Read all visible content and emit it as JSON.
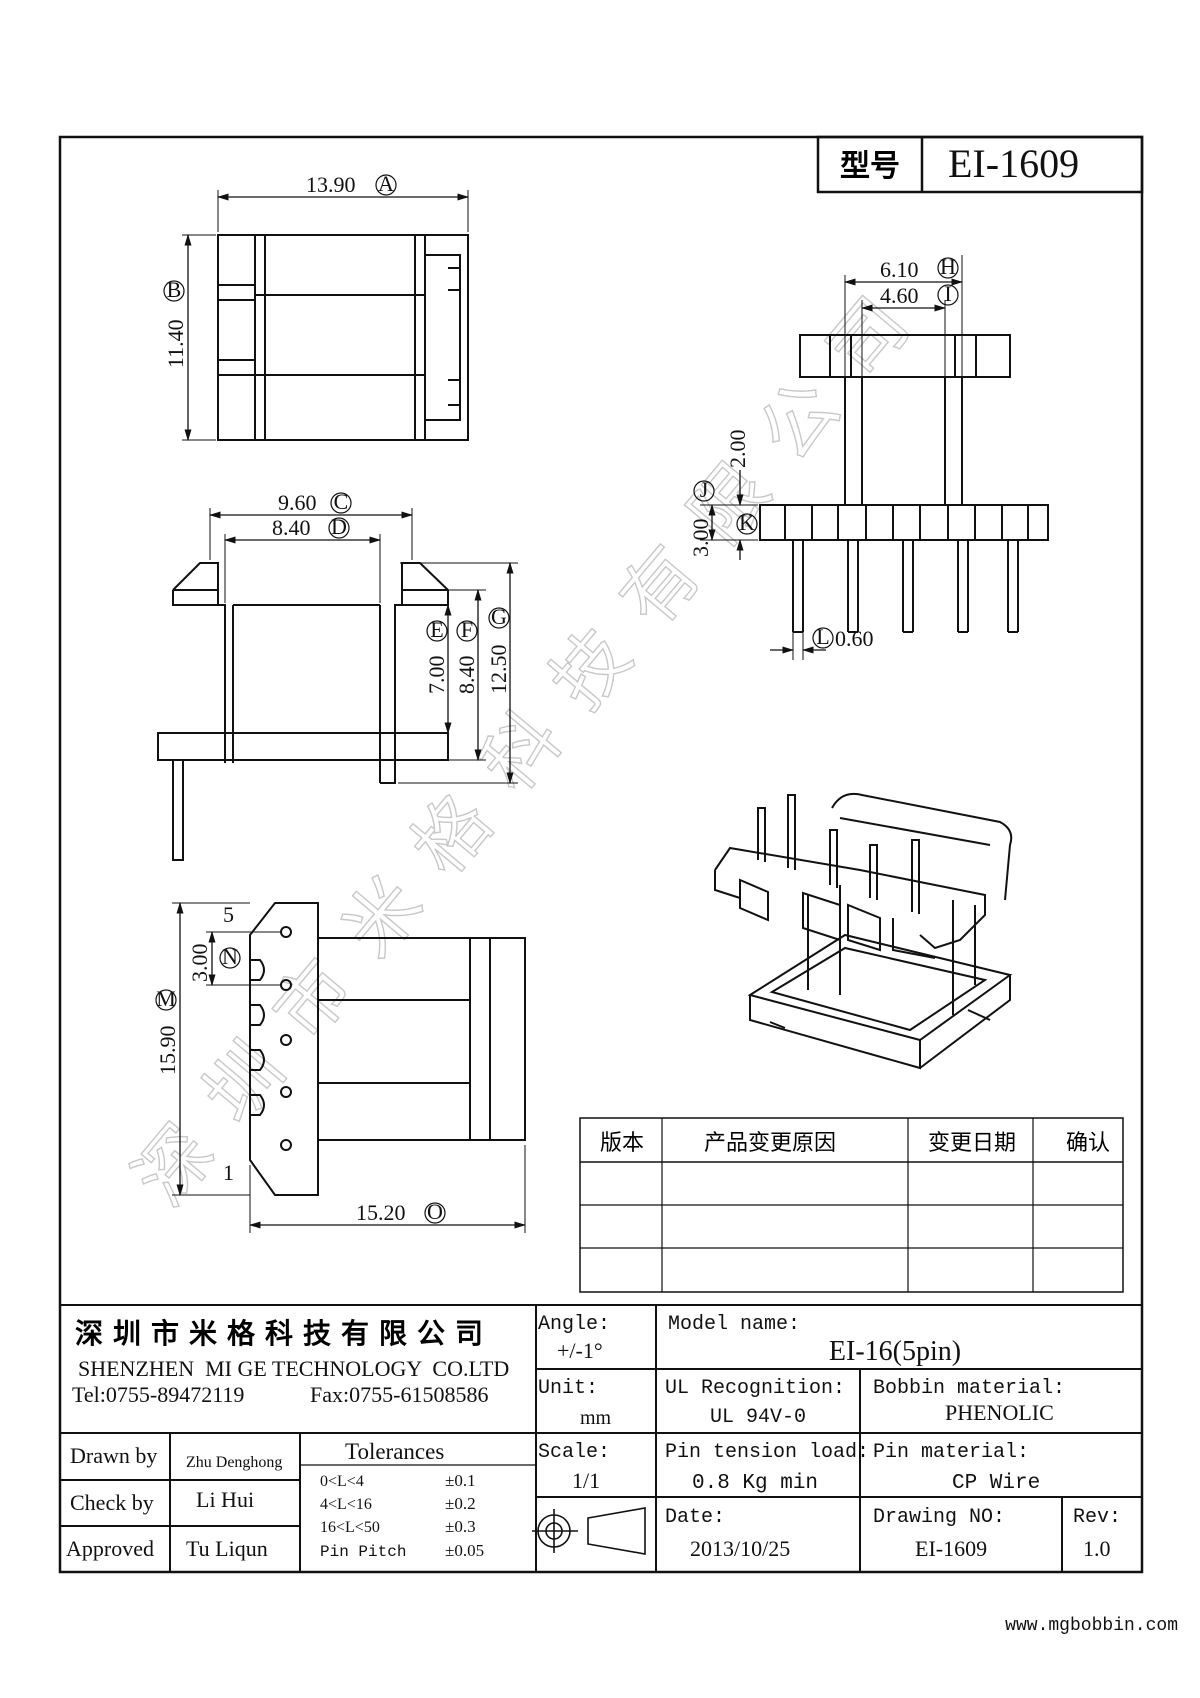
{
  "model_box": {
    "label": "型号",
    "value": "EI-1609"
  },
  "watermark": "深圳市米格科技有限公司",
  "dimensions": {
    "A": "13.90",
    "B": "11.40",
    "C": "9.60",
    "D": "8.40",
    "E": "7.00",
    "F": "8.40",
    "G": "12.50",
    "H": "6.10",
    "I": "4.60",
    "J": "3.00",
    "K": "2.00",
    "L": "0.60",
    "M": "15.90",
    "N": "3.00",
    "O": "15.20"
  },
  "dim_letters": {
    "A": "A",
    "B": "B",
    "C": "C",
    "D": "D",
    "E": "E",
    "F": "F",
    "G": "G",
    "H": "H",
    "I": "I",
    "J": "J",
    "K": "K",
    "L": "L",
    "M": "M",
    "N": "N",
    "O": "O"
  },
  "pin_labels": {
    "top": "5",
    "bottom": "1"
  },
  "revision_table": {
    "headers": [
      "版本",
      "产品变更原因",
      "变更日期",
      "确认"
    ],
    "rows": [
      [
        "",
        "",
        "",
        ""
      ],
      [
        "",
        "",
        "",
        ""
      ],
      [
        "",
        "",
        "",
        ""
      ]
    ]
  },
  "company": {
    "name_cn": "深圳市米格科技有限公司",
    "name_en": "SHENZHEN  MI GE TECHNOLOGY  CO.LTD",
    "tel": "Tel:0755-89472119",
    "fax": "Fax:0755-61508586"
  },
  "title_block": {
    "angle_label": "Angle:",
    "angle_value": "+/-1°",
    "model_label": "Model name:",
    "model_value": "EI-16(5pin)",
    "unit_label": "Unit:",
    "unit_value": "mm",
    "ul_label": "UL Recognition:",
    "ul_value": "UL 94V-0",
    "bobbin_label": "Bobbin material:",
    "bobbin_value": "PHENOLIC",
    "scale_label": "Scale:",
    "scale_value": "1/1",
    "tension_label": "Pin tension load:",
    "tension_value": "0.8 Kg min",
    "pinmat_label": "Pin material:",
    "pinmat_value": "CP Wire",
    "date_label": "Date:",
    "date_value": "2013/10/25",
    "drawno_label": "Drawing NO:",
    "drawno_value": "EI-1609",
    "rev_label": "Rev:",
    "rev_value": "1.0"
  },
  "approvals": {
    "drawn_label": "Drawn by",
    "drawn_value": "Zhu Denghong",
    "check_label": "Check by",
    "check_value": "Li Hui",
    "approved_label": "Approved",
    "approved_value": "Tu Liqun"
  },
  "tolerances": {
    "title": "Tolerances",
    "rows": [
      {
        "range": "0<L<4",
        "tol": "±0.1"
      },
      {
        "range": "4<L<16",
        "tol": "±0.2"
      },
      {
        "range": "16<L<50",
        "tol": "±0.3"
      },
      {
        "range": "Pin Pitch",
        "tol": "±0.05"
      }
    ]
  },
  "footer_url": "www.mgbobbin.com"
}
